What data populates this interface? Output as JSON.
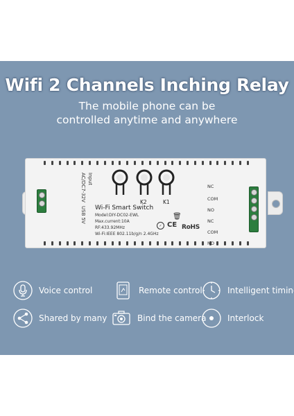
{
  "headline": "Wifi 2 Channels Inching Relay",
  "subheadline": {
    "line1": "The mobile phone can be",
    "line2": "controlled anytime and anywhere"
  },
  "device": {
    "input_label": "Input",
    "power_label": "AC/DC7-32V",
    "usb_label": "USB 5V",
    "button_labels": [
      "K2",
      "K1"
    ],
    "product_name": "Wi-Fi Smart Switch",
    "specs": [
      "Model:DIY-DC02-EWL",
      "Max.current:10A",
      "RF:433.92MHz",
      "Wi-Fi:IEEE 802.11b/g/n 2.4GHz"
    ],
    "ce_mark": "CE",
    "rohs_mark": "RoHS",
    "relay_terminals": [
      "NC",
      "COM",
      "NO",
      "NC",
      "COM",
      "NO"
    ]
  },
  "features": [
    {
      "icon": "microphone-icon",
      "label": "Voice control"
    },
    {
      "icon": "remote-icon",
      "label": "Remote control"
    },
    {
      "icon": "timer-icon",
      "label": "Intelligent timing"
    },
    {
      "icon": "share-icon",
      "label": "Shared by many"
    },
    {
      "icon": "camera-icon",
      "label": "Bind the camera"
    },
    {
      "icon": "interlock-icon",
      "label": "Interlock"
    }
  ],
  "colors": {
    "banner_background": "#7e97b1",
    "text": "#ffffff",
    "terminal_green": "#2c7d3e",
    "device_body": "#f3f3f3"
  }
}
